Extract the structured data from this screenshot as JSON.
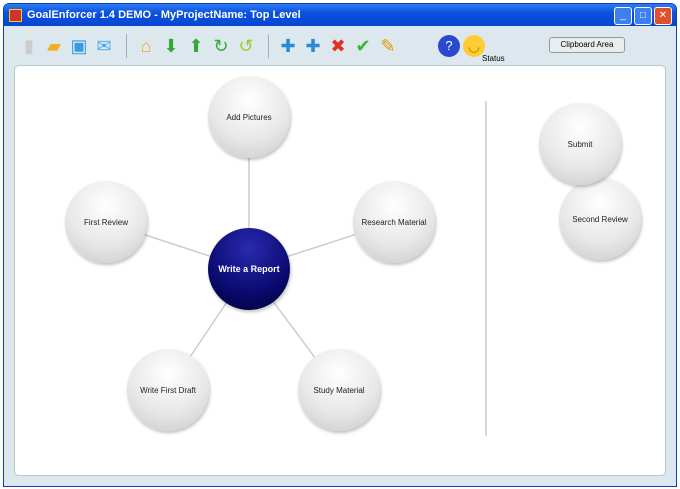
{
  "window": {
    "title": "GoalEnforcer 1.4 DEMO  -  MyProjectName: Top Level",
    "minimize": "_",
    "maximize": "□",
    "close": "✕"
  },
  "toolbar": {
    "icons": [
      "new-icon",
      "open-icon",
      "save-icon",
      "email-icon",
      "home-icon",
      "down-arrow-icon",
      "up-arrow-icon",
      "redo-icon",
      "undo-icon",
      "add-icon",
      "add-child-icon",
      "delete-icon",
      "check-icon",
      "edit-icon",
      "help-icon",
      "status-smiley-icon"
    ],
    "status_label": "Status",
    "clipboard_label": "Clipboard Area"
  },
  "map": {
    "center": "Write a Report",
    "nodes": [
      "Add Pictures",
      "First Review",
      "Research Material",
      "Write First Draft",
      "Study Material"
    ]
  },
  "clipboard": {
    "nodes": [
      "Submit",
      "Second Review"
    ]
  }
}
